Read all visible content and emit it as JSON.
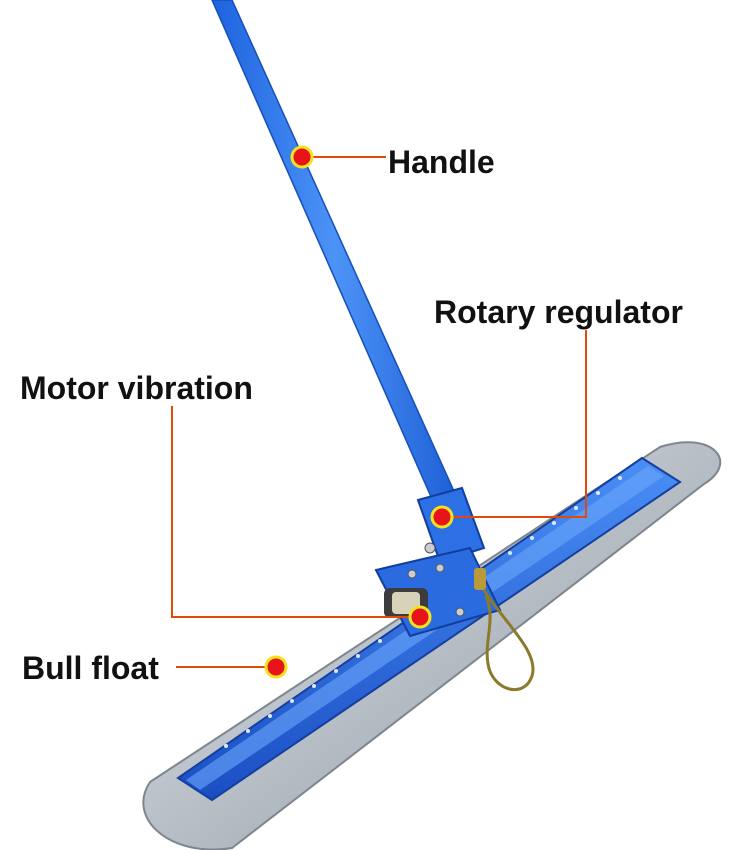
{
  "labels": {
    "handle": "Handle",
    "rotary_regulator": "Rotary regulator",
    "motor_vibration": "Motor vibration",
    "bull_float": "Bull float"
  },
  "colors": {
    "handle_blue": "#2f7ff0",
    "channel_blue": "#1f5fd8",
    "plate_silver": "#b9c0c8",
    "leader_line": "#e24a0c",
    "marker_fill": "#e8141b",
    "marker_ring": "#f5e21c",
    "text": "#111111"
  }
}
